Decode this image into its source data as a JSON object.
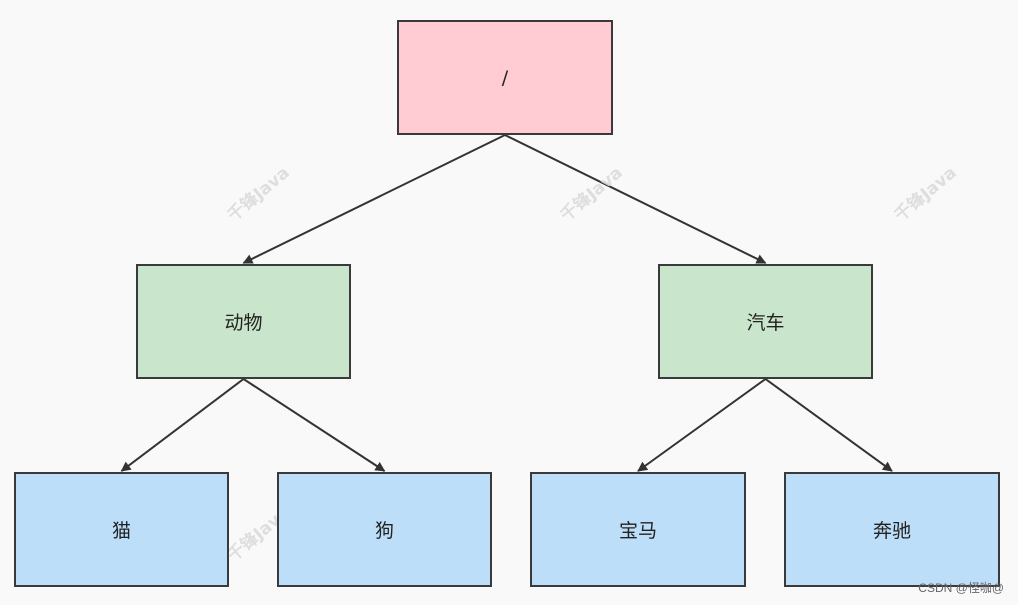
{
  "diagram": {
    "type": "tree",
    "colors": {
      "root_fill": "#ffccd4",
      "level1_fill": "#c9e5cb",
      "level2_fill": "#bddef8",
      "border": "#3a3a3a",
      "edge": "#333333"
    },
    "nodes": {
      "root": {
        "label": "/"
      },
      "animal": {
        "label": "动物"
      },
      "car": {
        "label": "汽车"
      },
      "cat": {
        "label": "猫"
      },
      "dog": {
        "label": "狗"
      },
      "bmw": {
        "label": "宝马"
      },
      "benz": {
        "label": "奔驰"
      }
    },
    "edges": [
      {
        "from": "root",
        "to": "animal"
      },
      {
        "from": "root",
        "to": "car"
      },
      {
        "from": "animal",
        "to": "cat"
      },
      {
        "from": "animal",
        "to": "dog"
      },
      {
        "from": "car",
        "to": "bmw"
      },
      {
        "from": "car",
        "to": "benz"
      }
    ]
  },
  "watermark": {
    "text": "千锋Java"
  },
  "credit": {
    "text": "CSDN @怪咖@"
  }
}
